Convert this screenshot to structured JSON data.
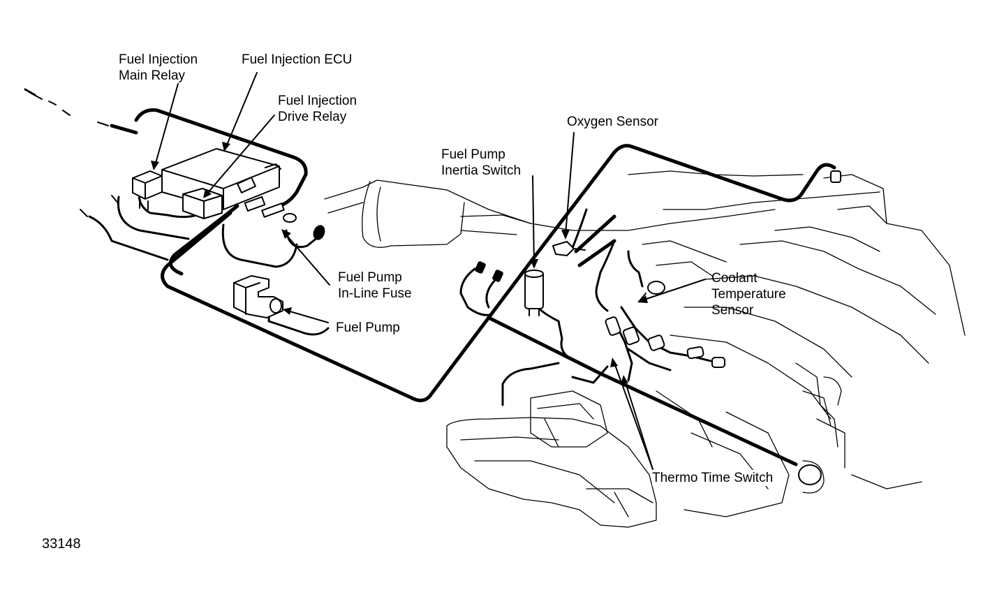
{
  "labels": {
    "main_relay": [
      "Fuel Injection",
      "Main Relay"
    ],
    "ecu": "Fuel Injection ECU",
    "drive_relay": [
      "Fuel Injection",
      "Drive Relay"
    ],
    "oxygen_sensor": "Oxygen Sensor",
    "inertia_switch": [
      "Fuel Pump",
      "Inertia Switch"
    ],
    "inline_fuse": [
      "Fuel Pump",
      "In-Line Fuse"
    ],
    "fuel_pump": "Fuel Pump",
    "coolant_sensor": [
      "Coolant",
      "Temperature",
      "Sensor"
    ],
    "thermo_switch": "Thermo Time Switch"
  },
  "figure_id": "33148",
  "colors": {
    "ink": "#000000",
    "paper": "#ffffff"
  }
}
